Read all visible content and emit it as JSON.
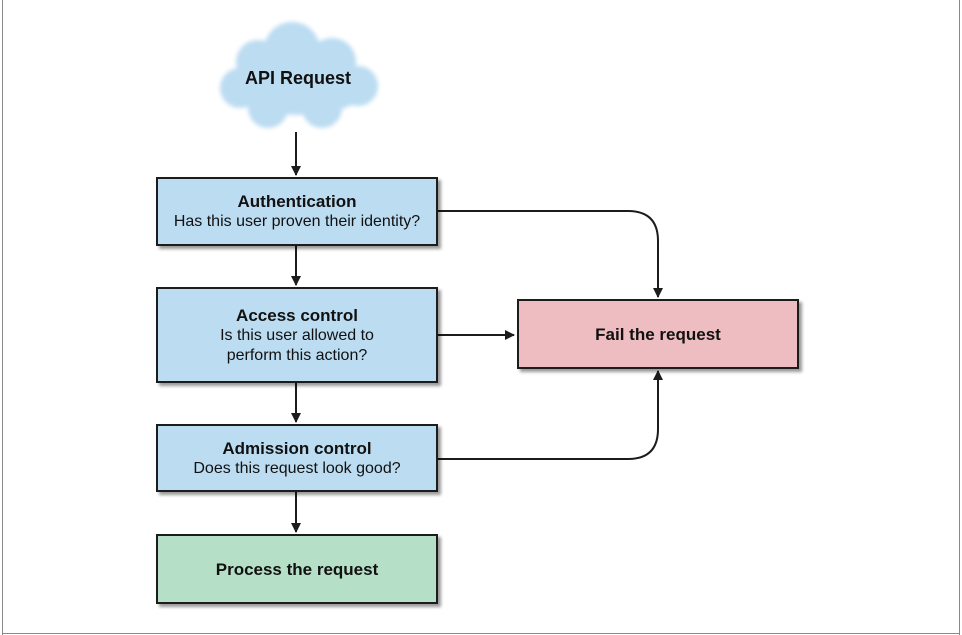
{
  "colors": {
    "process_box_fill": "#bcdcf2",
    "fail_box_fill": "#edbdc1",
    "success_box_fill": "#b5dfc6",
    "cloud_fill": "#bcdcf2",
    "line": "#1c1c1c"
  },
  "nodes": {
    "api_request": {
      "label": "API Request"
    },
    "authentication": {
      "title": "Authentication",
      "subtitle": "Has this user proven their identity?"
    },
    "access_control": {
      "title": "Access control",
      "subtitle": "Is this user allowed to perform this action?"
    },
    "admission_control": {
      "title": "Admission control",
      "subtitle": "Does this request look good?"
    },
    "process": {
      "label": "Process the request"
    },
    "fail": {
      "label": "Fail the request"
    }
  }
}
